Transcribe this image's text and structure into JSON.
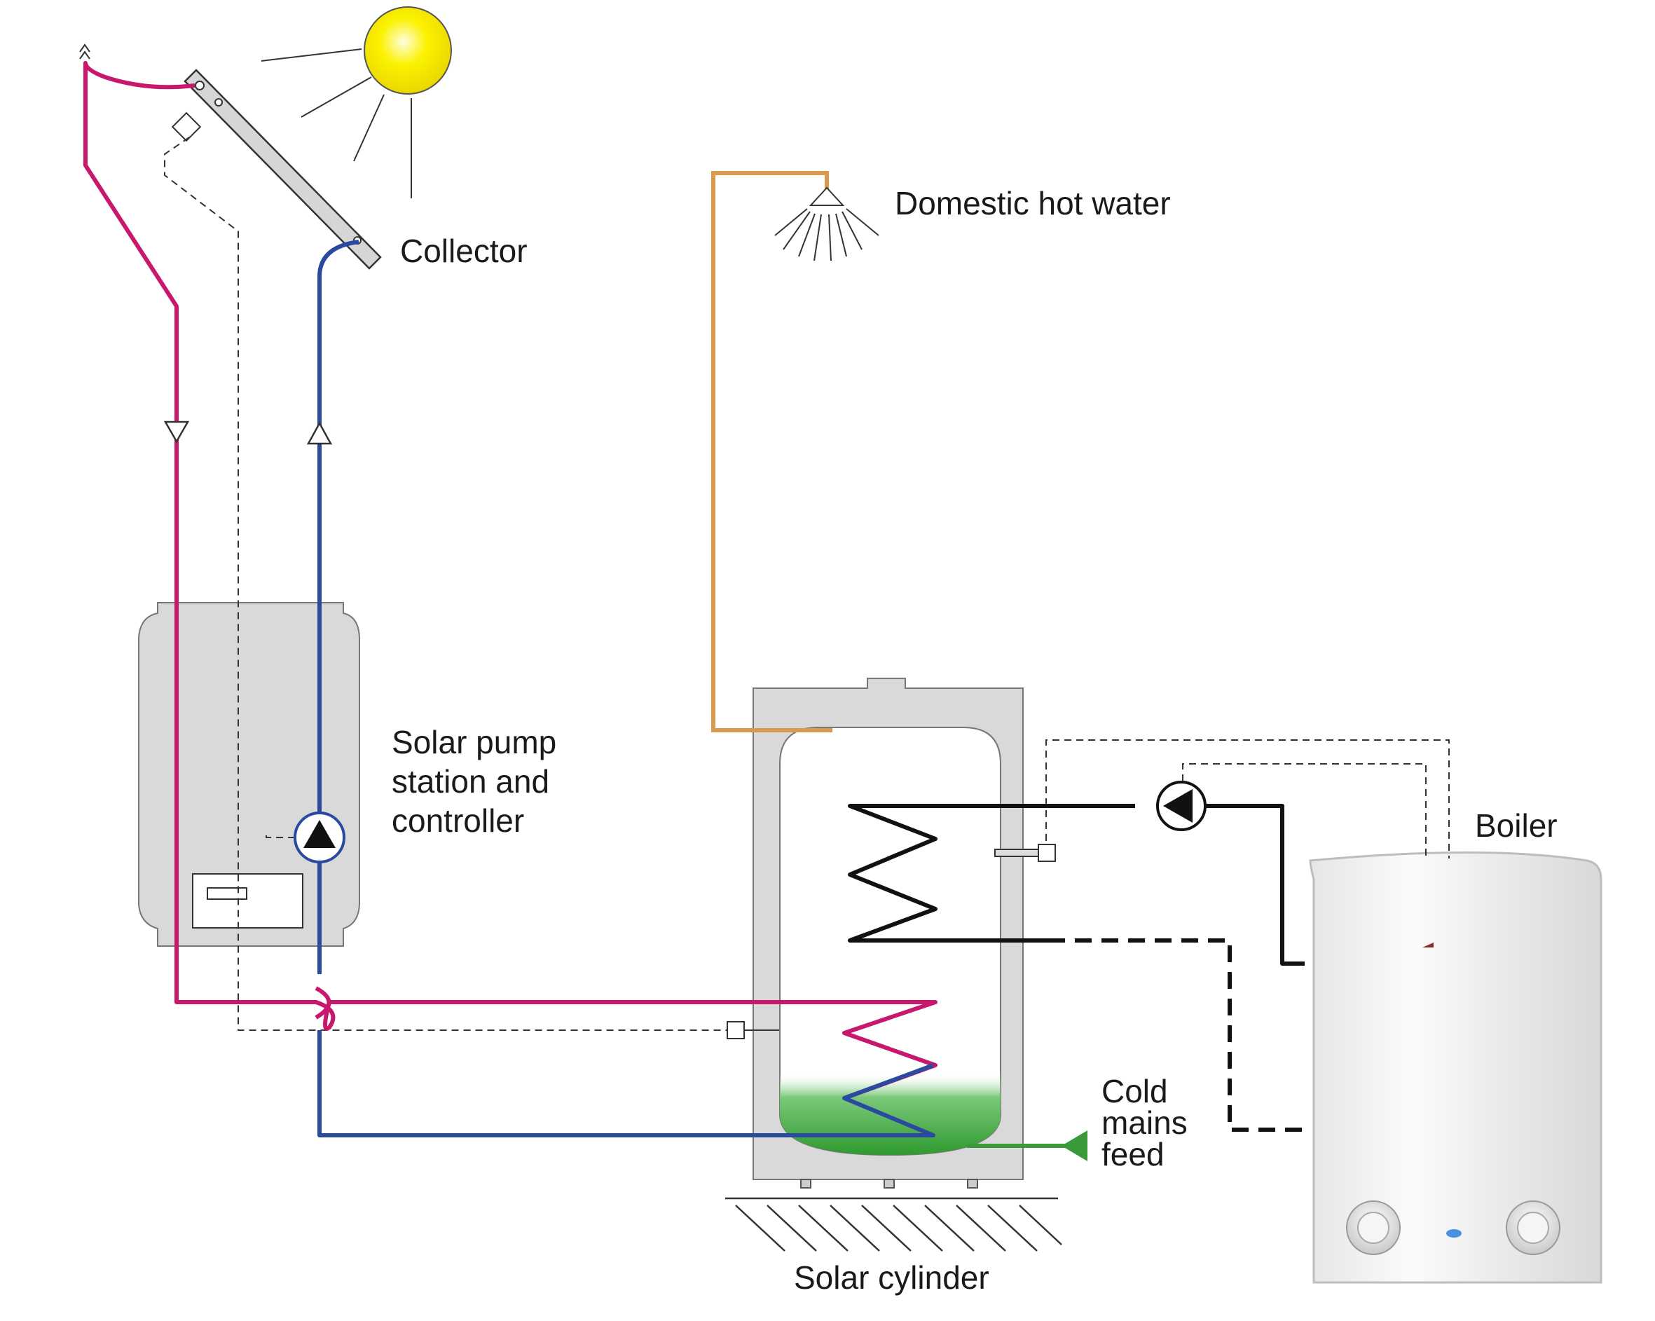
{
  "labels": {
    "collector": "Collector",
    "domestic_hot_water": "Domestic hot water",
    "solar_pump_station": [
      "Solar pump",
      "station and",
      "controller"
    ],
    "boiler": "Boiler",
    "cold_mains_feed": [
      "Cold",
      "mains",
      "feed"
    ],
    "solar_cylinder": "Solar cylinder"
  },
  "colors": {
    "solar_flow": "#c8186e",
    "solar_return": "#2a4aa0",
    "hot_water_pipe": "#d99a4e",
    "cold_feed": "#3a9a3a",
    "boiler_circuit": "#111111",
    "sun": "#f2e600",
    "unit_fill": "#d9d9d9",
    "unit_stroke": "#777777"
  }
}
